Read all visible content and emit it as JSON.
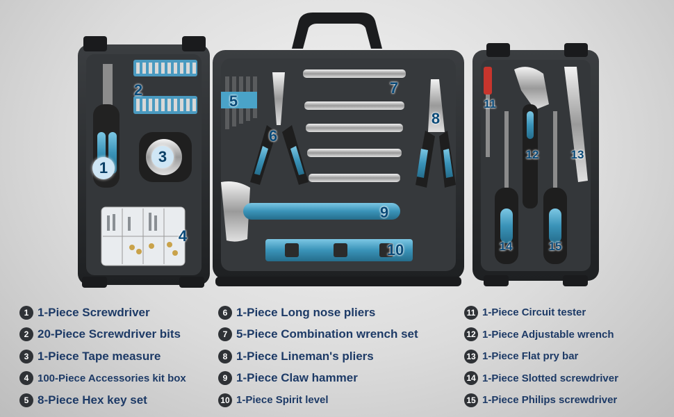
{
  "markers": [
    "1",
    "2",
    "3",
    "4",
    "5",
    "6",
    "7",
    "8",
    "9",
    "10",
    "11",
    "12",
    "13",
    "14",
    "15"
  ],
  "legend": {
    "col1": [
      {
        "num": "1",
        "text": "1-Piece Screwdriver"
      },
      {
        "num": "2",
        "text": "20-Piece Screwdriver bits"
      },
      {
        "num": "3",
        "text": "1-Piece Tape measure"
      },
      {
        "num": "4",
        "text": "100-Piece Accessories kit box"
      },
      {
        "num": "5",
        "text": "8-Piece Hex key set"
      }
    ],
    "col2": [
      {
        "num": "6",
        "text": "1-Piece Long nose pliers"
      },
      {
        "num": "7",
        "text": "5-Piece Combination wrench set"
      },
      {
        "num": "8",
        "text": "1-Piece Lineman's pliers"
      },
      {
        "num": "9",
        "text": "1-Piece Claw hammer"
      },
      {
        "num": "10",
        "text": "1-Piece Spirit level"
      }
    ],
    "col3": [
      {
        "num": "11",
        "text": "1-Piece Circuit tester"
      },
      {
        "num": "12",
        "text": "1-Piece Adjustable wrench"
      },
      {
        "num": "13",
        "text": "1-Piece Flat pry bar"
      },
      {
        "num": "14",
        "text": "1-Piece Slotted screwdriver"
      },
      {
        "num": "15",
        "text": "1-Piece Philips screwdriver"
      }
    ]
  },
  "colors": {
    "case": "#2a2c2e",
    "tray": "#3a3d40",
    "accent": "#4aa3c8",
    "label": "#1d3a66"
  }
}
